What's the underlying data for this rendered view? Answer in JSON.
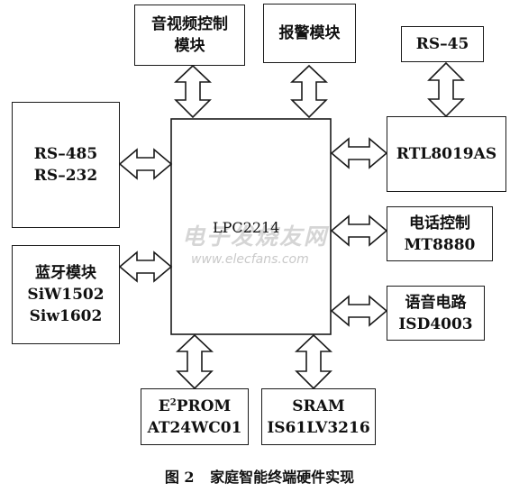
{
  "diagram": {
    "cpu": {
      "label": "LPC2214"
    },
    "top_blocks": {
      "av": {
        "line1": "音视频控制",
        "line2": "模块"
      },
      "alarm": {
        "line1": "报警模块"
      },
      "rs45": {
        "line1": "RS–45"
      }
    },
    "left_blocks": {
      "serial": {
        "line1": "RS–485",
        "line2": "RS–232"
      },
      "bluetooth": {
        "line1": "蓝牙模块",
        "line2": "SiW1502",
        "line3": "Siw1602"
      }
    },
    "right_blocks": {
      "ethernet": {
        "line1": "RTL8019AS"
      },
      "phone": {
        "line1": "电话控制",
        "line2": "MT8880"
      },
      "voice": {
        "line1": "语音电路",
        "line2": "ISD4003"
      }
    },
    "bottom_blocks": {
      "eeprom": {
        "prefix": "E",
        "sup": "2",
        "suffix": "PROM",
        "line2": "AT24WC01"
      },
      "sram": {
        "line1": "SRAM",
        "line2": "IS61LV3216"
      }
    }
  },
  "caption": {
    "number": "图 2",
    "text": "家庭智能终端硬件实现"
  },
  "watermark": {
    "cn": "电子发烧友网",
    "url": "www.elecfans.com"
  },
  "colors": {
    "line": "#1a1a1a",
    "watermark": "#c8c8c8"
  }
}
